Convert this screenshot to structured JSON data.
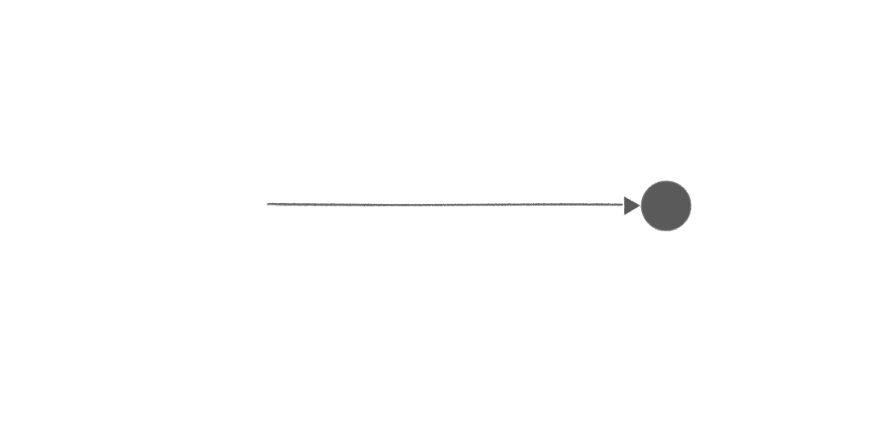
{
  "diagram": {
    "elements": [
      {
        "type": "connector",
        "style": "sketch",
        "arrowhead": "triangle"
      },
      {
        "type": "node",
        "shape": "circle",
        "style": "filled-sketch"
      }
    ],
    "colors": {
      "background": "#ffffff",
      "stroke": "#555555",
      "fill": "#5a5a5a"
    }
  }
}
